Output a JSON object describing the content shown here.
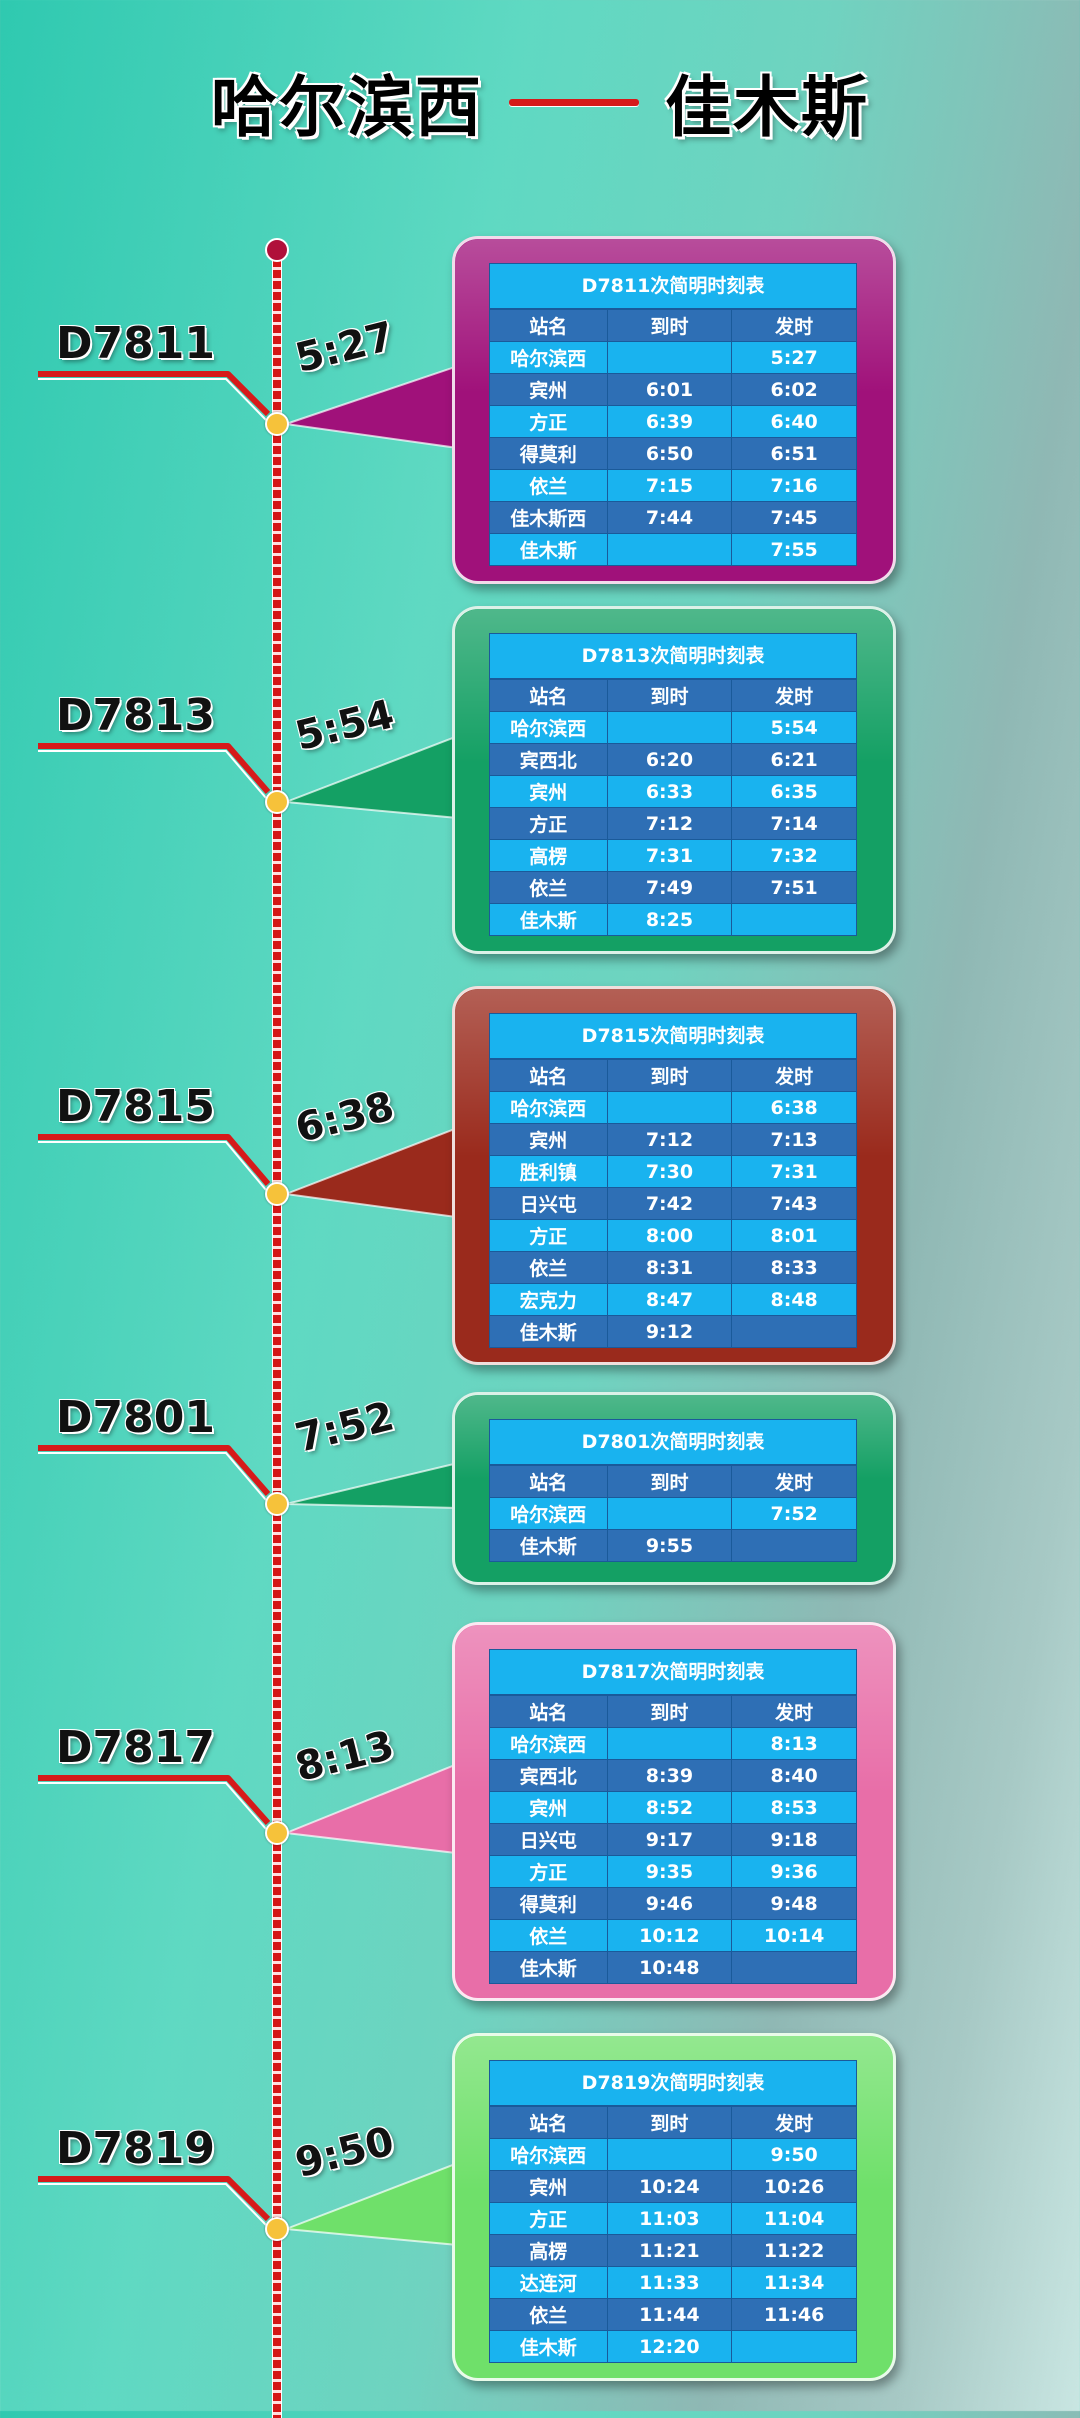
{
  "title": {
    "from": "哈尔滨西",
    "to": "佳木斯"
  },
  "columns": [
    "站名",
    "到时",
    "发时"
  ],
  "colors": {
    "rail": "#d41616",
    "cell_light": "#19b3ef",
    "cell_dark": "#2e6fb5"
  },
  "trains": [
    {
      "id": "D7811",
      "dep": "5:27",
      "table_title": "D7811次简明时刻表",
      "color": "#a0117a",
      "rows": [
        [
          "哈尔滨西",
          "",
          "5:27"
        ],
        [
          "宾州",
          "6:01",
          "6:02"
        ],
        [
          "方正",
          "6:39",
          "6:40"
        ],
        [
          "得莫利",
          "6:50",
          "6:51"
        ],
        [
          "依兰",
          "7:15",
          "7:16"
        ],
        [
          "佳木斯西",
          "7:44",
          "7:45"
        ],
        [
          "佳木斯",
          "",
          "7:55"
        ]
      ]
    },
    {
      "id": "D7813",
      "dep": "5:54",
      "table_title": "D7813次简明时刻表",
      "color": "#14a064",
      "rows": [
        [
          "哈尔滨西",
          "",
          "5:54"
        ],
        [
          "宾西北",
          "6:20",
          "6:21"
        ],
        [
          "宾州",
          "6:33",
          "6:35"
        ],
        [
          "方正",
          "7:12",
          "7:14"
        ],
        [
          "高楞",
          "7:31",
          "7:32"
        ],
        [
          "依兰",
          "7:49",
          "7:51"
        ],
        [
          "佳木斯",
          "8:25",
          ""
        ]
      ]
    },
    {
      "id": "D7815",
      "dep": "6:38",
      "table_title": "D7815次简明时刻表",
      "color": "#9a2a1c",
      "rows": [
        [
          "哈尔滨西",
          "",
          "6:38"
        ],
        [
          "宾州",
          "7:12",
          "7:13"
        ],
        [
          "胜利镇",
          "7:30",
          "7:31"
        ],
        [
          "日兴屯",
          "7:42",
          "7:43"
        ],
        [
          "方正",
          "8:00",
          "8:01"
        ],
        [
          "依兰",
          "8:31",
          "8:33"
        ],
        [
          "宏克力",
          "8:47",
          "8:48"
        ],
        [
          "佳木斯",
          "9:12",
          ""
        ]
      ]
    },
    {
      "id": "D7801",
      "dep": "7:52",
      "table_title": "D7801次简明时刻表",
      "color": "#14a064",
      "rows": [
        [
          "哈尔滨西",
          "",
          "7:52"
        ],
        [
          "佳木斯",
          "9:55",
          ""
        ]
      ]
    },
    {
      "id": "D7817",
      "dep": "8:13",
      "table_title": "D7817次简明时刻表",
      "color": "#e86ea8",
      "rows": [
        [
          "哈尔滨西",
          "",
          "8:13"
        ],
        [
          "宾西北",
          "8:39",
          "8:40"
        ],
        [
          "宾州",
          "8:52",
          "8:53"
        ],
        [
          "日兴屯",
          "9:17",
          "9:18"
        ],
        [
          "方正",
          "9:35",
          "9:36"
        ],
        [
          "得莫利",
          "9:46",
          "9:48"
        ],
        [
          "依兰",
          "10:12",
          "10:14"
        ],
        [
          "佳木斯",
          "10:48",
          ""
        ]
      ]
    },
    {
      "id": "D7819",
      "dep": "9:50",
      "table_title": "D7819次简明时刻表",
      "color": "#6fe06a",
      "rows": [
        [
          "哈尔滨西",
          "",
          "9:50"
        ],
        [
          "宾州",
          "10:24",
          "10:26"
        ],
        [
          "方正",
          "11:03",
          "11:04"
        ],
        [
          "高楞",
          "11:21",
          "11:22"
        ],
        [
          "达连河",
          "11:33",
          "11:34"
        ],
        [
          "依兰",
          "11:44",
          "11:46"
        ],
        [
          "佳木斯",
          "12:20",
          ""
        ]
      ]
    }
  ]
}
